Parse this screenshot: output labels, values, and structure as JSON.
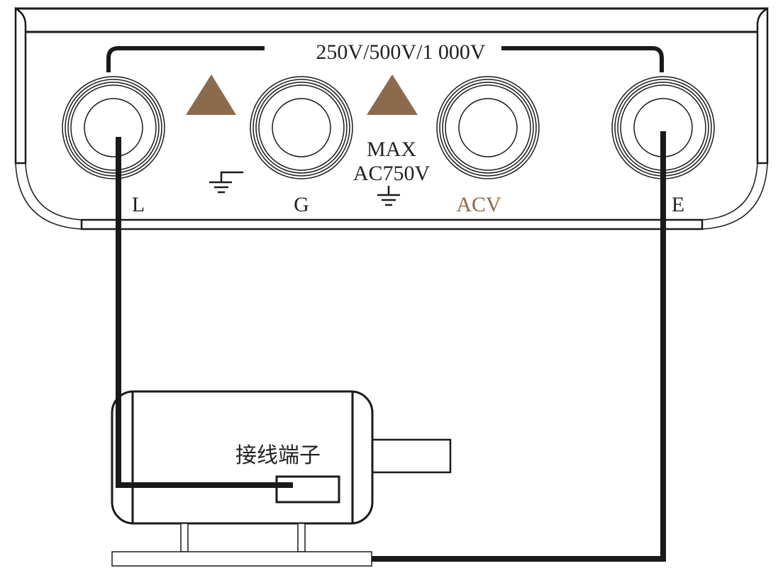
{
  "panel": {
    "voltage_range": "250V/500V/1 000V",
    "max_label": "MAX",
    "ac_limit": "AC750V",
    "terminals": [
      {
        "label": "L"
      },
      {
        "label": "G"
      },
      {
        "label": "ACV"
      },
      {
        "label": "E"
      }
    ]
  },
  "motor": {
    "terminal_label": "接线端子"
  },
  "colors": {
    "warning": "#8B6A4E",
    "acv": "#8B6A4E",
    "line": "#1a1a1a"
  }
}
